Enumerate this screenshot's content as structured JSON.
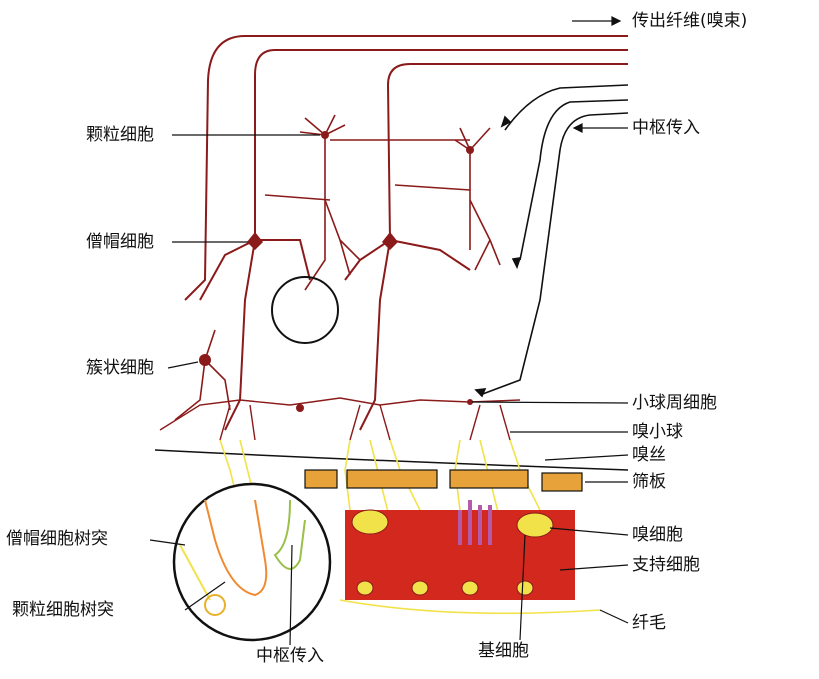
{
  "labels": {
    "efferent_fibers": "传出纤维(嗅束)",
    "central_afferent_top": "中枢传入",
    "granule_cell": "颗粒细胞",
    "mitral_cell": "僧帽细胞",
    "tufted_cell": "簇状细胞",
    "periglomerular_cell": "小球周细胞",
    "glomerulus": "嗅小球",
    "olfactory_filament": "嗅丝",
    "cribriform_plate": "筛板",
    "olfactory_cell": "嗅细胞",
    "supporting_cell": "支持细胞",
    "cilia": "纤毛",
    "basal_cell": "基细胞",
    "central_afferent_bottom": "中枢传入",
    "granule_dendrite": "颗粒细胞树突",
    "mitral_dendrite": "僧帽细胞树突"
  },
  "colors": {
    "neuron": "#8b1a1a",
    "axon_yellow": "#f2e24a",
    "epithelium": "#d2281e",
    "plate": "#e8a23a",
    "purple": "#b35aa8",
    "green": "#9ac04a",
    "orange": "#f08a30"
  }
}
